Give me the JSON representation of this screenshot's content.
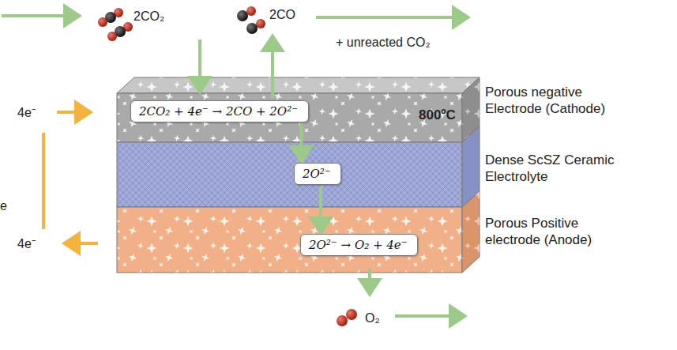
{
  "diagram": {
    "nodes": [
      {
        "text": [
          "Porous negative Electrode (Cathode)",
          "800ºC"
        ]
      },
      {
        "text": [
          "2CO₂ + 4e⁻ → 2CO + 2O²⁻"
        ],
        "in": 0
      },
      {
        "text": [
          "Dense ScSZ Ceramic Electrolyte"
        ]
      },
      {
        "text": [
          "2O²⁻"
        ],
        "in": 2
      },
      {
        "text": [
          "Porous Positive electrode (Anode)"
        ]
      },
      {
        "text": [
          "2O²⁻ → O₂ + 4e⁻"
        ],
        "in": 4
      }
    ],
    "edges": [
      {
        "from": 1,
        "to": 3,
        "arrow": "to"
      },
      {
        "from": 3,
        "to": 5,
        "arrow": "to"
      }
    ],
    "labels": [
      "2CO₂",
      "2CO",
      "+ unreacted CO₂",
      "4e⁻",
      "4e⁻",
      "O₂",
      "e"
    ]
  }
}
